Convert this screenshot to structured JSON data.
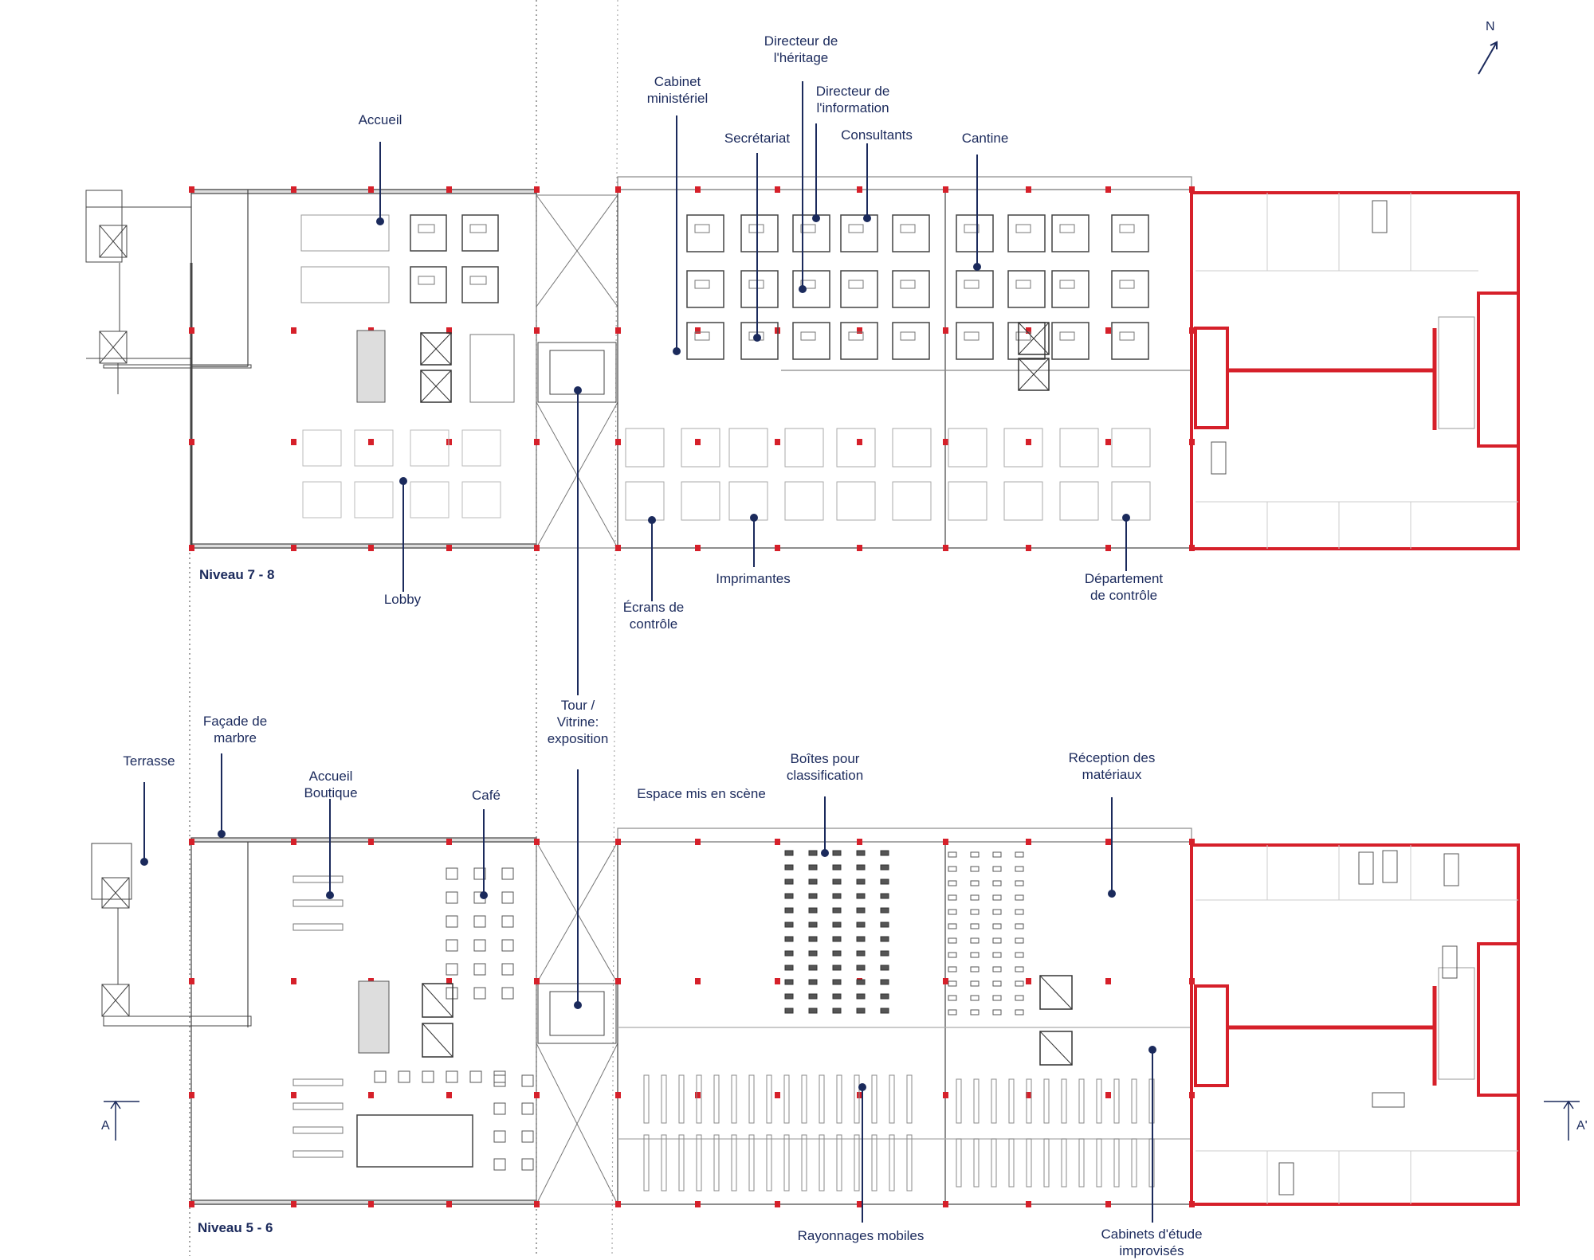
{
  "compass": {
    "label": "N"
  },
  "levels": {
    "upper": "Niveau 7 - 8",
    "lower": "Niveau 5 - 6"
  },
  "section_marks": {
    "left": "A",
    "right": "A'"
  },
  "labels": {
    "accueil": "Accueil",
    "cabinet": [
      "Cabinet",
      "ministériel"
    ],
    "directeur_heritage": [
      "Directeur de",
      "l'héritage"
    ],
    "directeur_information": [
      "Directeur de",
      "l'information"
    ],
    "secretariat": "Secrétariat",
    "consultants": "Consultants",
    "cantine": "Cantine",
    "lobby": "Lobby",
    "imprimantes": "Imprimantes",
    "ecrans": [
      "Écrans de",
      "contrôle"
    ],
    "departement": [
      "Département",
      "de contrôle"
    ],
    "tour": [
      "Tour /",
      "Vitrine:",
      "exposition"
    ],
    "terrasse": "Terrasse",
    "facade": [
      "Façade de",
      "marbre"
    ],
    "accueil_boutique": [
      "Accueil",
      "Boutique"
    ],
    "cafe": "Café",
    "espace": "Espace mis en scène",
    "boites": [
      "Boîtes pour",
      "classification"
    ],
    "reception": [
      "Réception des",
      "matériaux"
    ],
    "rayonnages": "Rayonnages mobiles",
    "cabinets_etude": [
      "Cabinets d'étude",
      "improvisés"
    ]
  },
  "colors": {
    "label_text": "#1b2a5c",
    "leader_line": "#1b2a5c",
    "structure_red": "#d6202a",
    "wall_line": "#555555",
    "light_line": "#b8b8b8"
  }
}
